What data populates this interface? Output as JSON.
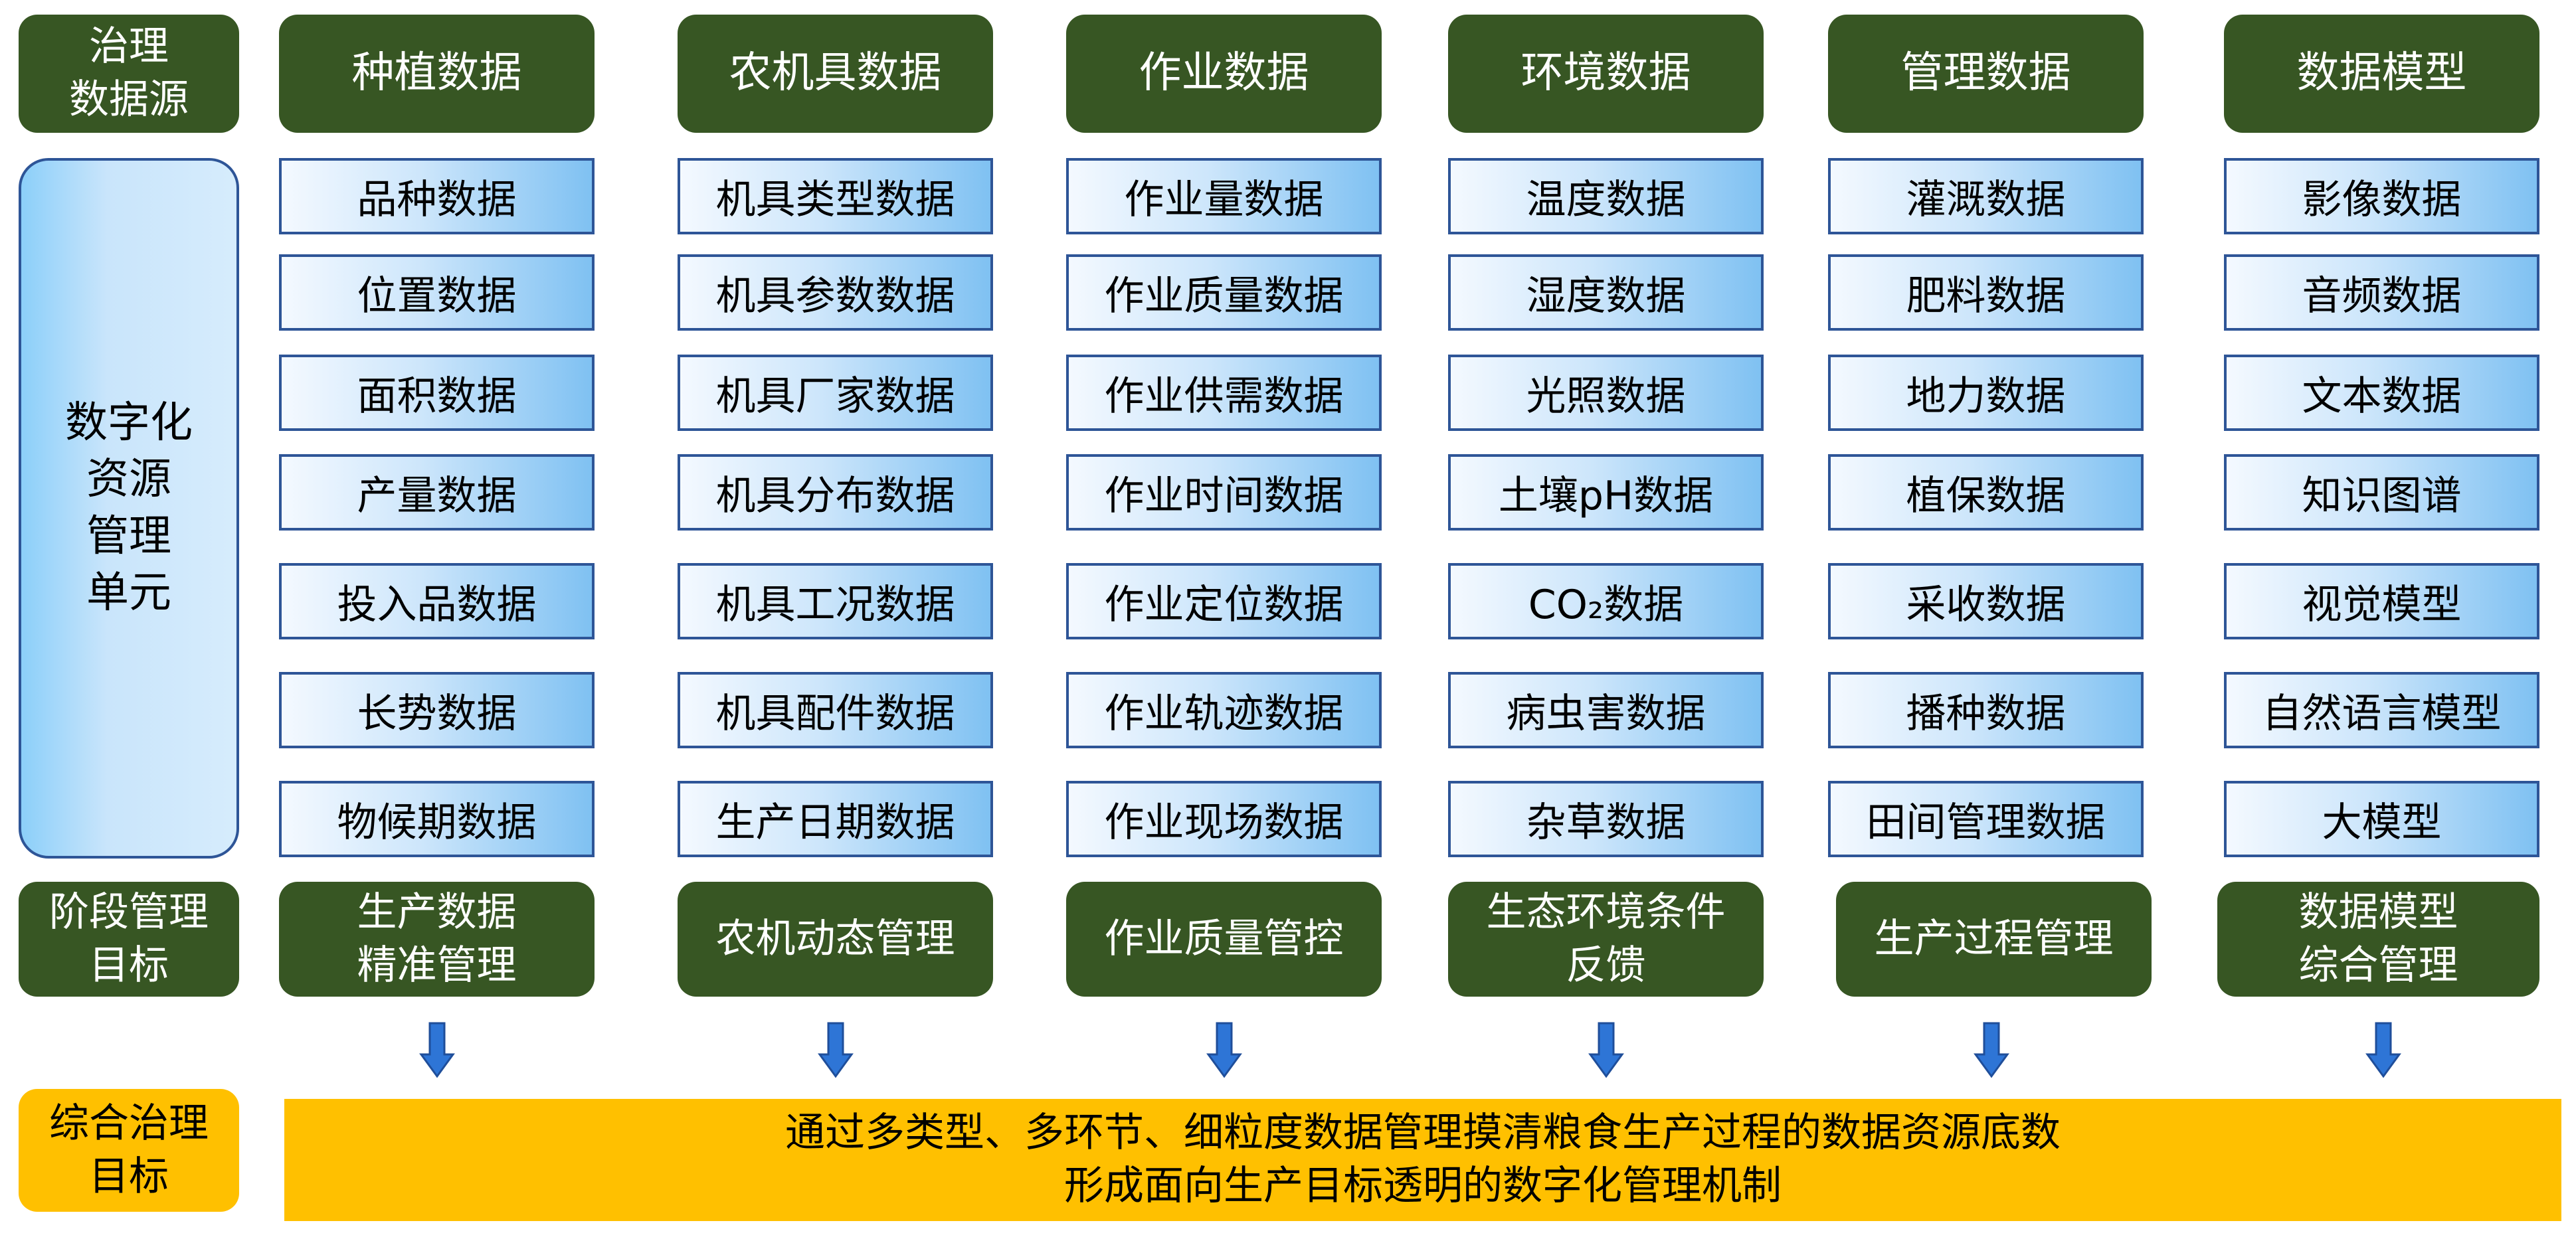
{
  "row_labels": {
    "source": "治理\n数据源",
    "unit": "数字化\n资源\n管理\n单元",
    "stage": "阶段管理\n目标",
    "overall": "综合治理\n目标"
  },
  "columns": [
    {
      "header": "种植数据",
      "items": [
        "品种数据",
        "位置数据",
        "面积数据",
        "产量数据",
        "投入品数据",
        "长势数据",
        "物候期数据"
      ],
      "stage_goal": "生产数据\n精准管理"
    },
    {
      "header": "农机具数据",
      "items": [
        "机具类型数据",
        "机具参数数据",
        "机具厂家数据",
        "机具分布数据",
        "机具工况数据",
        "机具配件数据",
        "生产日期数据"
      ],
      "stage_goal": "农机动态管理"
    },
    {
      "header": "作业数据",
      "items": [
        "作业量数据",
        "作业质量数据",
        "作业供需数据",
        "作业时间数据",
        "作业定位数据",
        "作业轨迹数据",
        "作业现场数据"
      ],
      "stage_goal": "作业质量管控"
    },
    {
      "header": "环境数据",
      "items": [
        "温度数据",
        "湿度数据",
        "光照数据",
        "土壤pH数据",
        "CO₂数据",
        "病虫害数据",
        "杂草数据"
      ],
      "stage_goal": "生态环境条件\n反馈"
    },
    {
      "header": "管理数据",
      "items": [
        "灌溉数据",
        "肥料数据",
        "地力数据",
        "植保数据",
        "采收数据",
        "播种数据",
        "田间管理数据"
      ],
      "stage_goal": "生产过程管理"
    },
    {
      "header": "数据模型",
      "items": [
        "影像数据",
        "音频数据",
        "文本数据",
        "知识图谱",
        "视觉模型",
        "自然语言模型",
        "大模型"
      ],
      "stage_goal": "数据模型\n综合管理"
    }
  ],
  "overall_goal": "通过多类型、多环节、细粒度数据管理摸清粮食生产过程的数据资源底数\n形成面向生产目标透明的数字化管理机制",
  "colors": {
    "header_green": "#375623",
    "cell_border": "#2e5597",
    "arrow_blue": "#2e75d6",
    "goal_yellow": "#ffc000"
  }
}
